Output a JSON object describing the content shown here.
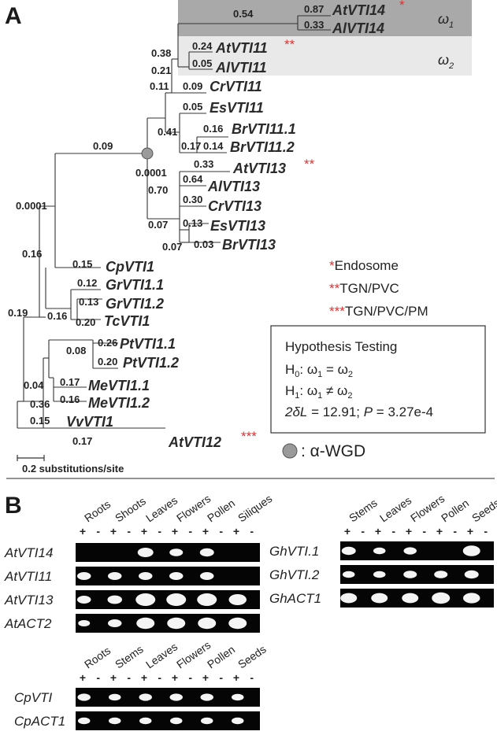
{
  "panel_a": {
    "label": "A",
    "branch_values": {
      "b054": "0.54",
      "b087": "0.87",
      "b033a": "0.33",
      "b038": "0.38",
      "b024": "0.24",
      "b021": "0.21",
      "b005a": "0.05",
      "b011": "0.11",
      "b009a": "0.09",
      "b005b": "0.05",
      "b041": "0.41",
      "b016a": "0.16",
      "b017a": "0.17",
      "b014": "0.14",
      "b009b": "0.09",
      "b033b": "0.33",
      "b00001a": "0.0001",
      "b064": "0.64",
      "b070": "0.70",
      "b030": "0.30",
      "b007a": "0.07",
      "b013a": "0.13",
      "b007b": "0.07",
      "b003": "0.03",
      "b00001b": "0.0001",
      "b016b": "0.16",
      "b015a": "0.15",
      "b012": "0.12",
      "b013b": "0.13",
      "b016c": "0.16",
      "b020a": "0.20",
      "b019": "0.19",
      "b008": "0.08",
      "b026": "0.26",
      "b020b": "0.20",
      "b004": "0.04",
      "b017b": "0.17",
      "b036": "0.36",
      "b016d": "0.16",
      "b015b": "0.15",
      "b017c": "0.17"
    },
    "taxa": {
      "AtVTI14": "AtVTI14",
      "AlVTI14": "AlVTI14",
      "AtVTI11": "AtVTI11",
      "AlVTI11": "AlVTI11",
      "CrVTI11": "CrVTI11",
      "EsVTI11": "EsVTI11",
      "BrVTI11_1": "BrVTI11.1",
      "BrVTI11_2": "BrVTI11.2",
      "AtVTI13": "AtVTI13",
      "AlVTI13": "AlVTI13",
      "CrVTI13": "CrVTI13",
      "EsVTI13": "EsVTI13",
      "BrVTI13": "BrVTI13",
      "CpVTI1": "CpVTI1",
      "GrVTI1_1": "GrVTI1.1",
      "GrVTI1_2": "GrVTI1.2",
      "TcVTI1": "TcVTI1",
      "PtVTI1_1": "PtVTI1.1",
      "PtVTI1_2": "PtVTI1.2",
      "MeVTI1_1": "MeVTI1.1",
      "MeVTI1_2": "MeVTI1.2",
      "VvVTI1": "VvVTI1",
      "AtVTI12": "AtVTI12"
    },
    "markers": {
      "one": "*",
      "two": "**",
      "three": "***"
    },
    "omega1": "ω",
    "omega1_sub": "1",
    "omega2": "ω",
    "omega2_sub": "2",
    "legend": {
      "endosome": "Endosome",
      "tgn_pvc": "TGN/PVC",
      "tgn_pvc_pm": "TGN/PVC/PM"
    },
    "hypothesis": {
      "title": "Hypothesis Testing",
      "h0_prefix": "H",
      "h0_sub": "0",
      "h0_text": ": ω",
      "h0_s1": "1",
      "h0_eq": " = ω",
      "h0_s2": "2",
      "h1_prefix": "H",
      "h1_sub": "1",
      "h1_text": ": ω",
      "h1_s1": "1",
      "h1_eq": " ≠ ω",
      "h1_s2": "2",
      "stat_lhs": "2δL",
      "stat_rest": " = 12.91; ",
      "p_label": "P",
      "p_rest": " = 3.27e-4"
    },
    "wgd_label": ": α-WGD",
    "scale_label": "0.2 substitutions/site",
    "colors": {
      "star": "#e03030",
      "highlight_dark": "#a9a9a9",
      "highlight_light": "#e9e9e9",
      "node": "#9a9a9a"
    }
  },
  "panel_b": {
    "label": "B",
    "gel1": {
      "tissues": [
        "Roots",
        "Shoots",
        "Leaves",
        "Flowers",
        "Pollen",
        "Siliques"
      ],
      "rows": [
        "AtVTI14",
        "AtVTI11",
        "AtVTI13",
        "AtACT2"
      ]
    },
    "gel2": {
      "tissues": [
        "Stems",
        "Leaves",
        "Flowers",
        "Pollen",
        "Seeds"
      ],
      "rows": [
        "GhVTI.1",
        "GhVTI.2",
        "GhACT1"
      ]
    },
    "gel3": {
      "tissues": [
        "Roots",
        "Stems",
        "Leaves",
        "Flowers",
        "Pollen",
        "Seeds"
      ],
      "rows": [
        "CpVTI",
        "CpACT1"
      ]
    },
    "plus": "+",
    "minus": "-"
  }
}
